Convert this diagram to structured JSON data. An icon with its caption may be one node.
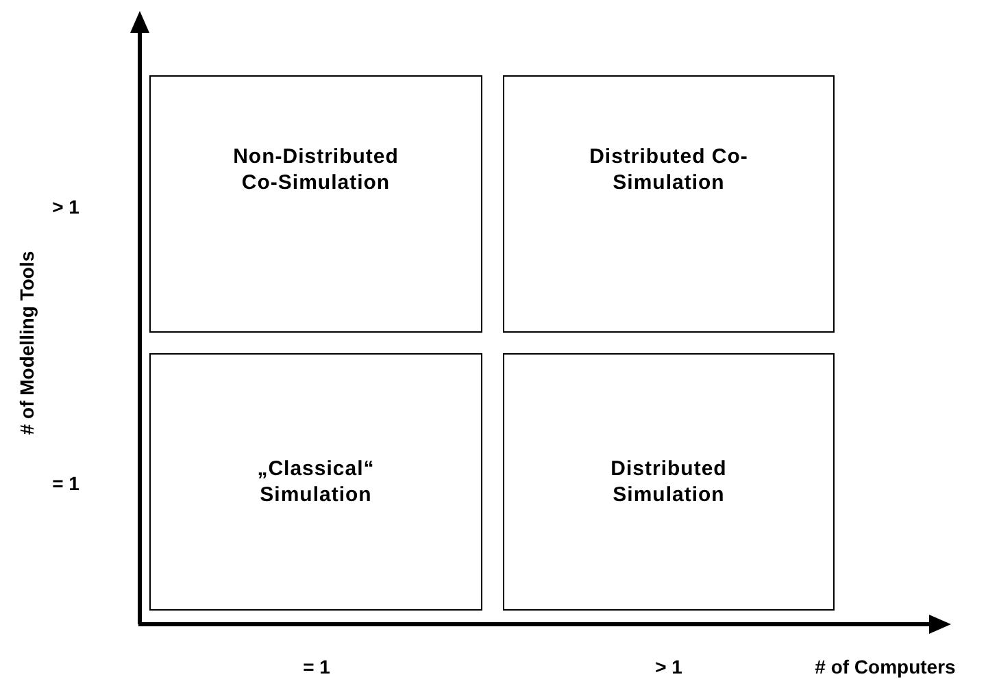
{
  "diagram": {
    "nodes": [
      {
        "text": [
          "Non-Distributed Co-Simulation"
        ]
      },
      {
        "text": [
          "Distributed Co-Simulation"
        ]
      },
      {
        "text": [
          "„Classical“ Simulation"
        ]
      },
      {
        "text": [
          "Distributed Simulation"
        ]
      }
    ],
    "edges": [],
    "labels": [
      "# of Modelling Tools",
      "> 1",
      "= 1",
      "= 1",
      "> 1",
      "# of Computers"
    ]
  }
}
